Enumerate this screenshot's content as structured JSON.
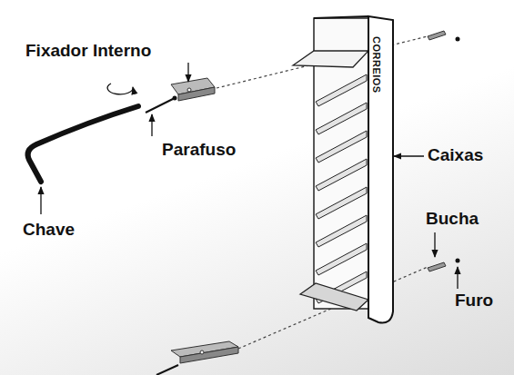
{
  "diagram": {
    "nodes": [
      {
        "text": [
          "CORREIOS"
        ]
      }
    ],
    "labels": [
      "Fixador Interno",
      "Parafuso",
      "Chave",
      "Caixas",
      "Bucha",
      "Furo"
    ]
  }
}
